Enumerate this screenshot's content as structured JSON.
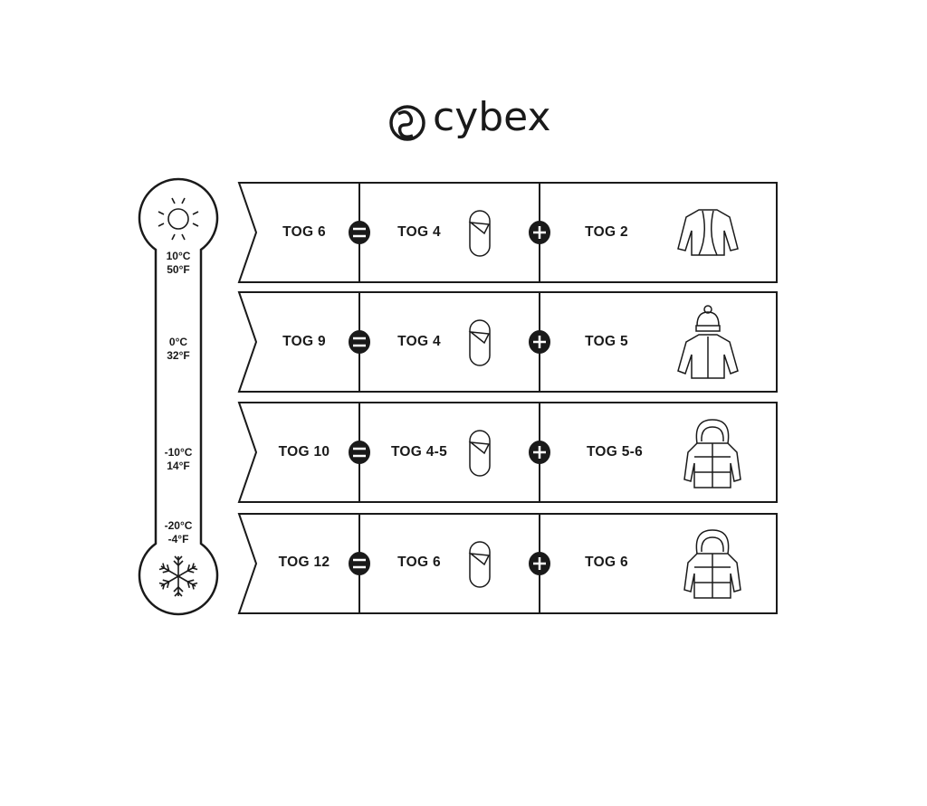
{
  "brand": "cybex",
  "temperatures": [
    {
      "c": "10°C",
      "f": "50°F"
    },
    {
      "c": "0°C",
      "f": "32°F"
    },
    {
      "c": "-10°C",
      "f": "14°F"
    },
    {
      "c": "-20°C",
      "f": "-4°F"
    }
  ],
  "rows": [
    {
      "total": "TOG 6",
      "footmuff": "TOG 4",
      "clothing": "TOG 2",
      "clothing_icon": "cardigan-icon"
    },
    {
      "total": "TOG 9",
      "footmuff": "TOG 4",
      "clothing": "TOG 5",
      "clothing_icon": "jacket-with-hat-icon"
    },
    {
      "total": "TOG 10",
      "footmuff": "TOG 4-5",
      "clothing": "TOG 5-6",
      "clothing_icon": "hooded-down-jacket-icon"
    },
    {
      "total": "TOG 12",
      "footmuff": "TOG 6",
      "clothing": "TOG 6",
      "clothing_icon": "hooded-down-jacket-icon"
    }
  ],
  "colors": {
    "ink": "#1a1a1a",
    "background": "#ffffff"
  }
}
